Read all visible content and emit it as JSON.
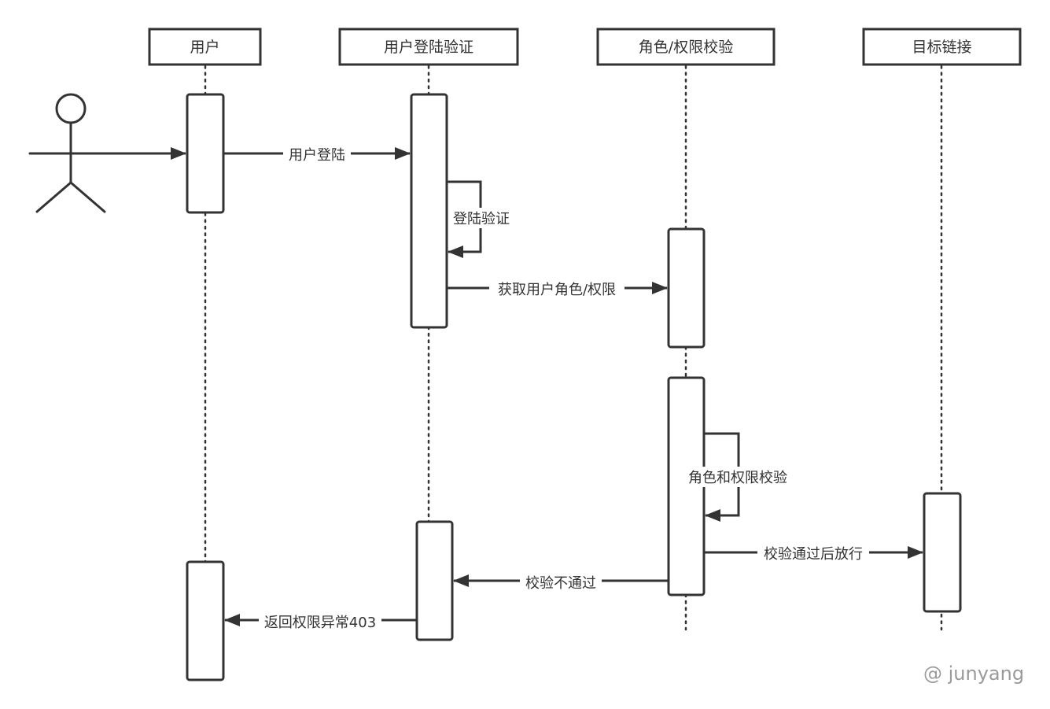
{
  "participants": [
    {
      "id": "user",
      "label": "用户"
    },
    {
      "id": "auth",
      "label": "用户登陆验证"
    },
    {
      "id": "perm",
      "label": "角色/权限校验"
    },
    {
      "id": "target",
      "label": "目标链接"
    }
  ],
  "messages": [
    {
      "id": "login",
      "label": "用户登陆"
    },
    {
      "id": "login-verify",
      "label": "登陆验证"
    },
    {
      "id": "get-role",
      "label": "获取用户角色/权限"
    },
    {
      "id": "role-check",
      "label": "角色和权限校验"
    },
    {
      "id": "pass",
      "label": "校验通过后放行"
    },
    {
      "id": "fail",
      "label": "校验不通过"
    },
    {
      "id": "return-403",
      "label": "返回权限异常403"
    }
  ],
  "watermark": "@ junyang",
  "colors": {
    "stroke": "#333333",
    "text": "#333333",
    "watermark": "#9a9a9a",
    "background": "#ffffff"
  }
}
